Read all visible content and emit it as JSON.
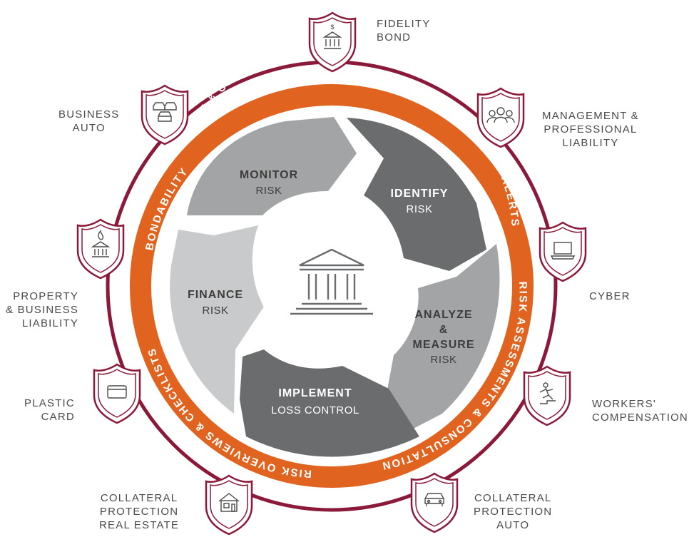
{
  "colors": {
    "maroon": "#8b1a3a",
    "orange": "#e0631f",
    "gray_light": "#c9cacb",
    "gray_mid": "#a3a4a6",
    "gray_dark": "#6b6c6e",
    "gray_darker": "#5e5f61",
    "text_gray": "#4a4a4a",
    "white": "#ffffff"
  },
  "center": {
    "icon": "bank-building-icon"
  },
  "cycle": [
    {
      "id": "identify",
      "title": "IDENTIFY",
      "sub": "RISK"
    },
    {
      "id": "analyze",
      "title_lines": [
        "ANALYZE",
        "&",
        "MEASURE"
      ],
      "sub": "RISK"
    },
    {
      "id": "implement",
      "title": "IMPLEMENT",
      "sub": "LOSS CONTROL"
    },
    {
      "id": "finance",
      "title": "FINANCE",
      "sub": "RISK"
    },
    {
      "id": "monitor",
      "title": "MONITOR",
      "sub": "RISK"
    }
  ],
  "ring": {
    "webinars": "RISK & COMPLIANCE WEBINARS",
    "alerts": "RISK ALERTS",
    "assessments": "RISK ASSESSMENTS & CONSULTATION",
    "overviews": "RISK OVERVIEWS & CHECKLISTS",
    "bondability": "BONDABILITY"
  },
  "coverages": [
    {
      "id": "fidelity",
      "label": "FIDELITY\nBOND",
      "icon": "bank-dollar-icon"
    },
    {
      "id": "management",
      "label": "MANAGEMENT &\nPROFESSIONAL\nLIABILITY",
      "icon": "people-group-icon"
    },
    {
      "id": "cyber",
      "label": "CYBER",
      "icon": "laptop-icon"
    },
    {
      "id": "workers",
      "label": "WORKERS'\nCOMPENSATION",
      "icon": "falling-person-icon"
    },
    {
      "id": "cp_auto",
      "label": "COLLATERAL\nPROTECTION\nAUTO",
      "icon": "car-icon"
    },
    {
      "id": "cp_real_estate",
      "label": "COLLATERAL\nPROTECTION\nREAL ESTATE",
      "icon": "house-icon"
    },
    {
      "id": "plastic",
      "label": "PLASTIC\nCARD",
      "icon": "credit-card-icon"
    },
    {
      "id": "property",
      "label": "PROPERTY\n& BUSINESS\nLIABILITY",
      "icon": "bank-fire-icon"
    },
    {
      "id": "business_auto",
      "label": "BUSINESS\nAUTO",
      "icon": "cars-icon"
    }
  ]
}
